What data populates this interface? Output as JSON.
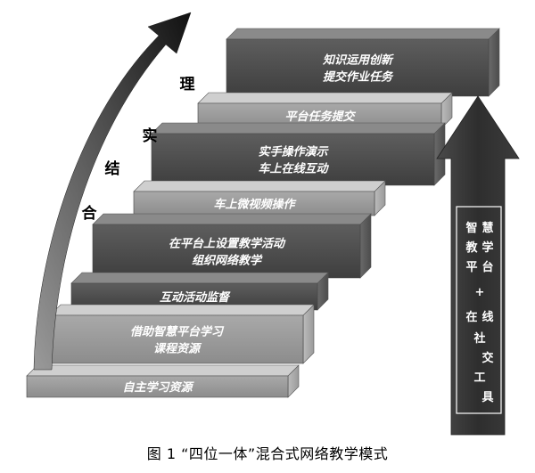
{
  "side_label": [
    "理",
    "实",
    "结",
    "合"
  ],
  "steps": [
    {
      "id": "s1",
      "lines": [
        "自主学习资源"
      ]
    },
    {
      "id": "s2",
      "lines": [
        "借助智慧平台学习",
        "课程资源"
      ]
    },
    {
      "id": "s3",
      "lines": [
        "互动活动监督"
      ]
    },
    {
      "id": "s4",
      "lines": [
        "在平台上设置教学活动",
        "组织网络教学"
      ]
    },
    {
      "id": "s5",
      "lines": [
        "车上微视频操作"
      ]
    },
    {
      "id": "s6",
      "lines": [
        "实手操作演示",
        "车上在线互动"
      ]
    },
    {
      "id": "s7",
      "lines": [
        "平台任务提交"
      ]
    },
    {
      "id": "s8",
      "lines": [
        "知识运用创新",
        "提交作业任务"
      ]
    }
  ],
  "arrow_box": {
    "chars": [
      "智",
      "慧",
      "教",
      "学",
      "平",
      "台",
      "+",
      "在",
      "线",
      "社",
      "交",
      "工",
      "具"
    ]
  },
  "caption": "图 1  “四位一体”混合式网络教学模式"
}
